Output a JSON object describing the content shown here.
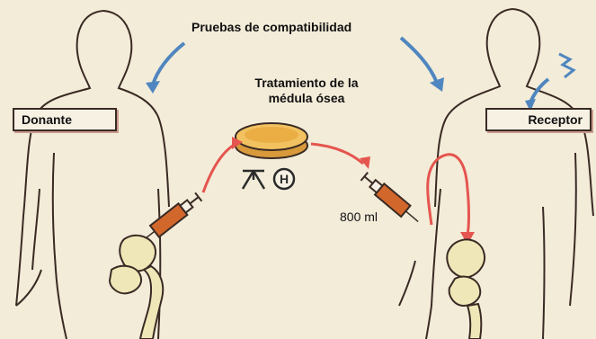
{
  "labels": {
    "compatibility": "Pruebas de compatibilidad",
    "treatment_line1": "Tratamiento de la",
    "treatment_line2": "médula ósea",
    "donor": "Donante",
    "recipient": "Receptor",
    "volume": "800 ml"
  },
  "icons": {
    "hospital_symbol": "H",
    "treatment_symbols": [
      "radiation-symbol-icon",
      "hospital-h-icon"
    ]
  },
  "colors": {
    "background": "#f3ecd9",
    "outline": "#3a2a24",
    "blue_arrow": "#4f86bf",
    "red_arrow": "#e5554f",
    "syringe": "#d2672c",
    "dish": "#e8b34c",
    "bone": "#f0e7b8"
  }
}
